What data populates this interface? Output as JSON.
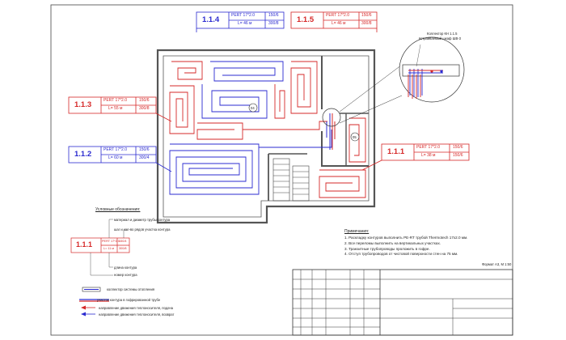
{
  "colors": {
    "supply": "#d62828",
    "return": "#2b2bd0",
    "ink": "#222222",
    "wall": "#555555"
  },
  "loops": [
    {
      "id": "1.1.4",
      "pipe": "PERT 17*2.0",
      "length": "L= 46 м",
      "spacing": "150/6",
      "steps": "300/8",
      "color": "blue"
    },
    {
      "id": "1.1.5",
      "pipe": "PERT 17*2.0",
      "length": "L= 46 м",
      "spacing": "150/6",
      "steps": "300/8",
      "color": "red"
    },
    {
      "id": "1.1.3",
      "pipe": "PERT 17*2.0",
      "length": "L= 55 м",
      "spacing": "150/6",
      "steps": "300/8",
      "color": "red"
    },
    {
      "id": "1.1.2",
      "pipe": "PERT 17*2.0",
      "length": "L= 60 м",
      "spacing": "150/6",
      "steps": "300/4",
      "color": "blue"
    },
    {
      "id": "1.1.1",
      "pipe": "PERT 17*2.0",
      "length": "L= 38 м",
      "spacing": "150/6",
      "steps": "150/6",
      "color": "red"
    }
  ],
  "rooms": [
    "04",
    "05"
  ],
  "manifold": {
    "title": "Коллектор КН 1.1.5",
    "subtitle": "встраиваемый шкаф ШВ-3"
  },
  "legend": {
    "title": "Условные обозначения:",
    "line1": "материал и диаметр трубы контура",
    "line2": "шаг и кол-во рядов участка контура",
    "sample_id": "1.1.1",
    "sample_pipe": "PERT 17*2.0",
    "sample_len": "L= 11 м",
    "sample_sp": "150/4",
    "sample_st": "300/8",
    "line3": "длина контура",
    "line4": "номер контура",
    "manifold_item": "коллектор системы отопления",
    "corrugated_item": "участок контура в гофрированной трубе",
    "supply_item": "направление движения теплоносителя, подача",
    "return_item": "направление движения теплоносителя, возврат"
  },
  "notes": {
    "title": "Примечания:",
    "items": [
      "1. Раскладку контуров выполнить PE-RT трубой Thermotech 17х2.0 мм.",
      "2. Все переломы выполнить на вертикальных участках.",
      "3. Транзитные трубопроводы проложить в гофре.",
      "4. Отступ трубопроводов от чистовой поверхности стен на  75 мм."
    ]
  },
  "format": "Формат А3, М 1:50"
}
